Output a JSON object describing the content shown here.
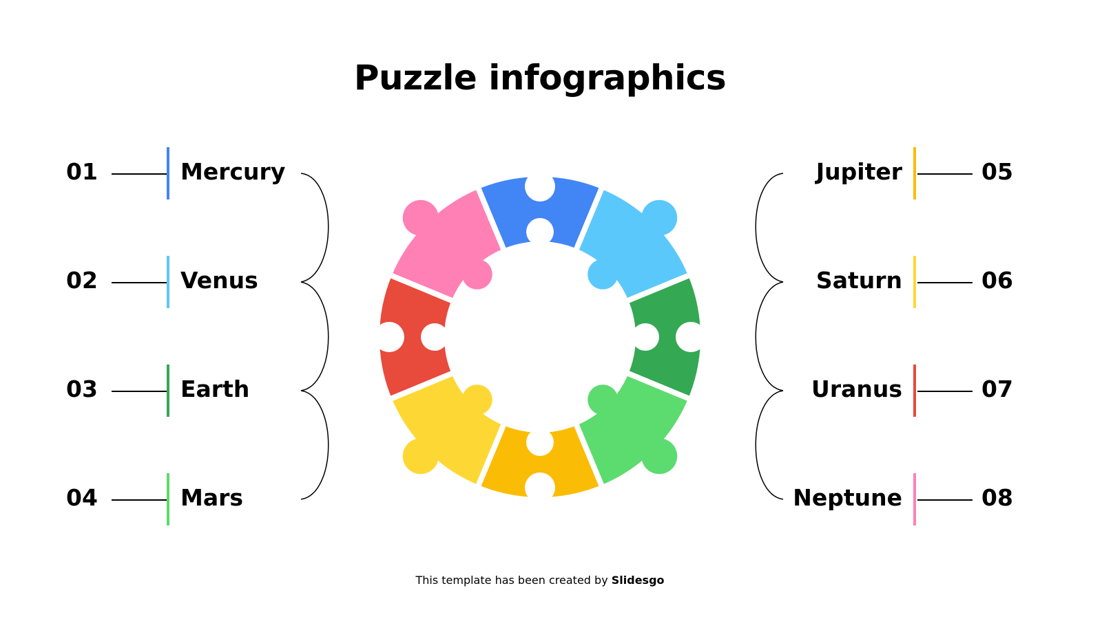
{
  "title": "Puzzle infographics",
  "left_items": [
    {
      "num": "01",
      "label": "Mercury",
      "color": "#4285F4"
    },
    {
      "num": "02",
      "label": "Venus",
      "color": "#5BC8FB"
    },
    {
      "num": "03",
      "label": "Earth",
      "color": "#34A853"
    },
    {
      "num": "04",
      "label": "Mars",
      "color": "#5CDB6E"
    }
  ],
  "right_items": [
    {
      "num": "05",
      "label": "Jupiter",
      "color": "#FBBC05"
    },
    {
      "num": "06",
      "label": "Saturn",
      "color": "#FDD835"
    },
    {
      "num": "07",
      "label": "Uranus",
      "color": "#E84A3C"
    },
    {
      "num": "08",
      "label": "Neptune",
      "color": "#FF80B5"
    }
  ],
  "puzzle_colors": [
    "#4285F4",
    "#5BC8FB",
    "#34A853",
    "#5CDB6E",
    "#FBBC05",
    "#FDD835",
    "#E84A3C",
    "#FF80B5"
  ],
  "footer": {
    "text": "This template has been created by ",
    "brand": "Slidesgo"
  }
}
